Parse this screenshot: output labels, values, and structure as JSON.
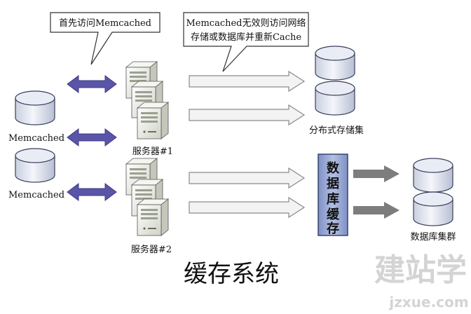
{
  "callouts": {
    "first_access": "首先访问Memcached",
    "fallback_line1": "Memcached无效则访问网络",
    "fallback_line2": "存储或数据库并重新Cache"
  },
  "nodes": {
    "memcached_top": "Memcached",
    "memcached_bottom": "Memcached",
    "server1": "服务器#1",
    "server2": "服务器#2",
    "distributed_storage": "分布式存储集",
    "db_cache": [
      "数",
      "据",
      "库",
      "缓",
      "存"
    ],
    "db_cluster": "数据库集群"
  },
  "title": "缓存系统",
  "watermark": {
    "brand": "建站学",
    "url": "jzxue.com"
  },
  "colors": {
    "double_arrow": "#5a55a8",
    "cylinder_fill": "#dfe4ef",
    "cylinder_stroke": "#3a3f5a",
    "db_cache_fill": "#93a3d1",
    "server_fill": "#e9ebe3",
    "hollow_arrow_fill": "#f3f3f3",
    "gray_arrow": "#7d7d7d"
  }
}
